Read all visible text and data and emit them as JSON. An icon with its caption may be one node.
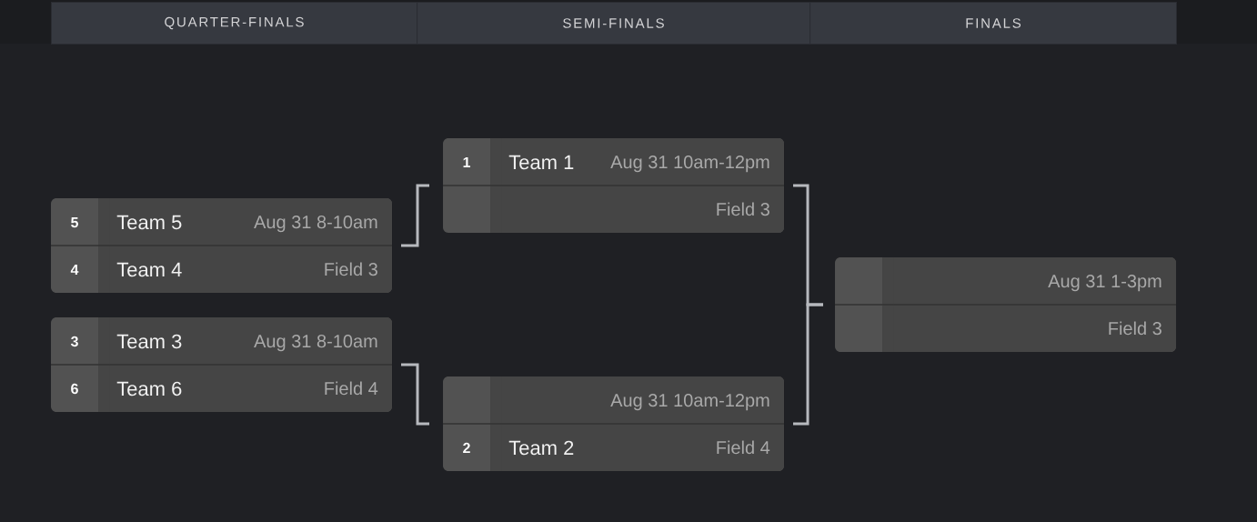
{
  "diagram": {
    "nodes": [
      {
        "text": [
          "QUARTER-FINALS"
        ]
      },
      {
        "text": [
          "SEMI-FINALS"
        ]
      },
      {
        "text": [
          "FINALS"
        ]
      },
      {
        "text": [
          "5",
          "Team 5",
          "Aug 31 8-10am",
          "4",
          "Team 4",
          "Field 3"
        ]
      },
      {
        "text": [
          "3",
          "Team 3",
          "Aug 31 8-10am",
          "6",
          "Team 6",
          "Field 4"
        ]
      },
      {
        "text": [
          "1",
          "Team 1",
          "Aug 31 10am-12pm",
          "Field 3"
        ]
      },
      {
        "text": [
          "Aug 31 10am-12pm",
          "2",
          "Team 2",
          "Field 4"
        ]
      },
      {
        "text": [
          "Aug 31 1-3pm",
          "Field 3"
        ]
      }
    ],
    "edges": [
      {
        "from": 3,
        "to": 5,
        "arrow": "none"
      },
      {
        "from": 4,
        "to": 6,
        "arrow": "none"
      },
      {
        "from": 5,
        "to": 7,
        "arrow": "none"
      },
      {
        "from": 6,
        "to": 7,
        "arrow": "none"
      }
    ]
  }
}
